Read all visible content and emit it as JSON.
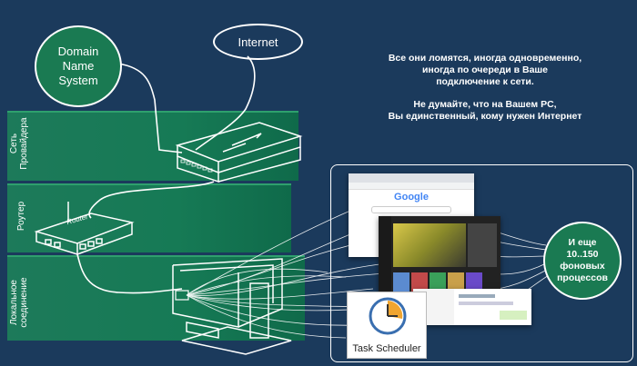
{
  "bubbles": {
    "dns": "Domain\nName\nSystem",
    "internet": "Internet",
    "background": "И еще\n10..150\nфоновых\nпроцессов"
  },
  "note": {
    "line1": "Все они ломятся, иногда одновременно,",
    "line2": "иногда по очереди в Ваше",
    "line3": "подключение к сети.",
    "line4": "Не думайте, что на Вашем PC,",
    "line5": "Вы единственный, кому нужен Интернет"
  },
  "bands": {
    "provider": "Сеть\nПровайдера",
    "router": "Роутер",
    "local": "Локальное\nсоединение"
  },
  "router_text": "Router",
  "task_scheduler": "Task Scheduler",
  "google_logo": "Google",
  "colors": {
    "background": "#1b3a5c",
    "band": "#1d7a5a",
    "bubble_fill": "#1a7a52"
  }
}
